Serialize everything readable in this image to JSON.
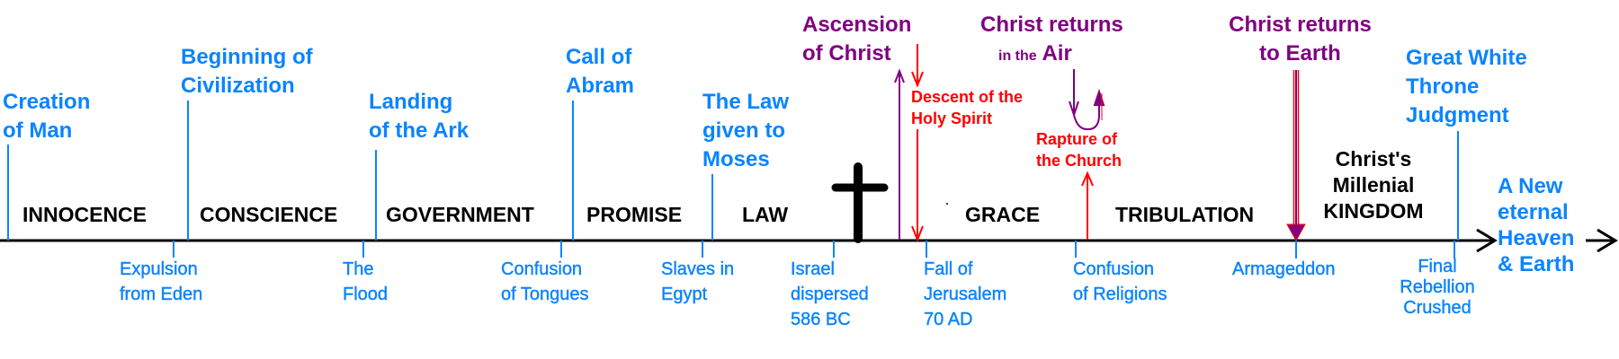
{
  "colors": {
    "event_blue": "#0a84ff",
    "christ_purple": "#800080",
    "spirit_red": "#ff0000",
    "axis": "#000000"
  },
  "top_events": [
    {
      "lines": [
        "Creation",
        "of Man"
      ]
    },
    {
      "lines": [
        "Beginning of",
        "Civilization"
      ]
    },
    {
      "lines": [
        "Landing",
        "of the Ark"
      ]
    },
    {
      "lines": [
        "Call of",
        "Abram"
      ]
    },
    {
      "lines": [
        "The Law",
        "given to",
        "Moses"
      ]
    },
    {
      "lines": [
        "Great White",
        "Throne",
        "Judgment"
      ]
    }
  ],
  "final_state": {
    "lines": [
      "A New",
      "eternal",
      "Heaven",
      "& Earth"
    ]
  },
  "dispensations": [
    "INNOCENCE",
    "CONSCIENCE",
    "GOVERNMENT",
    "PROMISE",
    "LAW",
    "GRACE",
    "TRIBULATION"
  ],
  "kingdom": {
    "lines": [
      "Christ's",
      "Millenial",
      "KINGDOM"
    ]
  },
  "bottom_events": [
    {
      "lines": [
        "Expulsion",
        "from Eden"
      ]
    },
    {
      "lines": [
        "The",
        "Flood"
      ]
    },
    {
      "lines": [
        "Confusion",
        "of Tongues"
      ]
    },
    {
      "lines": [
        "Slaves in",
        "Egypt"
      ]
    },
    {
      "lines": [
        "Israel",
        "dispersed",
        "586 BC"
      ]
    },
    {
      "lines": [
        "Fall of",
        "Jerusalem",
        "70 AD"
      ]
    },
    {
      "lines": [
        "Confusion",
        "of Religions"
      ]
    },
    {
      "lines": [
        "Armageddon"
      ]
    },
    {
      "lines": [
        "Final",
        "Rebellion",
        "Crushed"
      ]
    }
  ],
  "christ_events": {
    "ascension": [
      "Ascension",
      "of Christ"
    ],
    "descent": [
      "Descent of the",
      "Holy Spirit"
    ],
    "returns_air": {
      "line1": "Christ returns",
      "small": "in the",
      "big": "Air"
    },
    "rapture": [
      "Rapture of",
      "the Church"
    ],
    "returns_earth": [
      "Christ returns",
      "to Earth"
    ]
  }
}
